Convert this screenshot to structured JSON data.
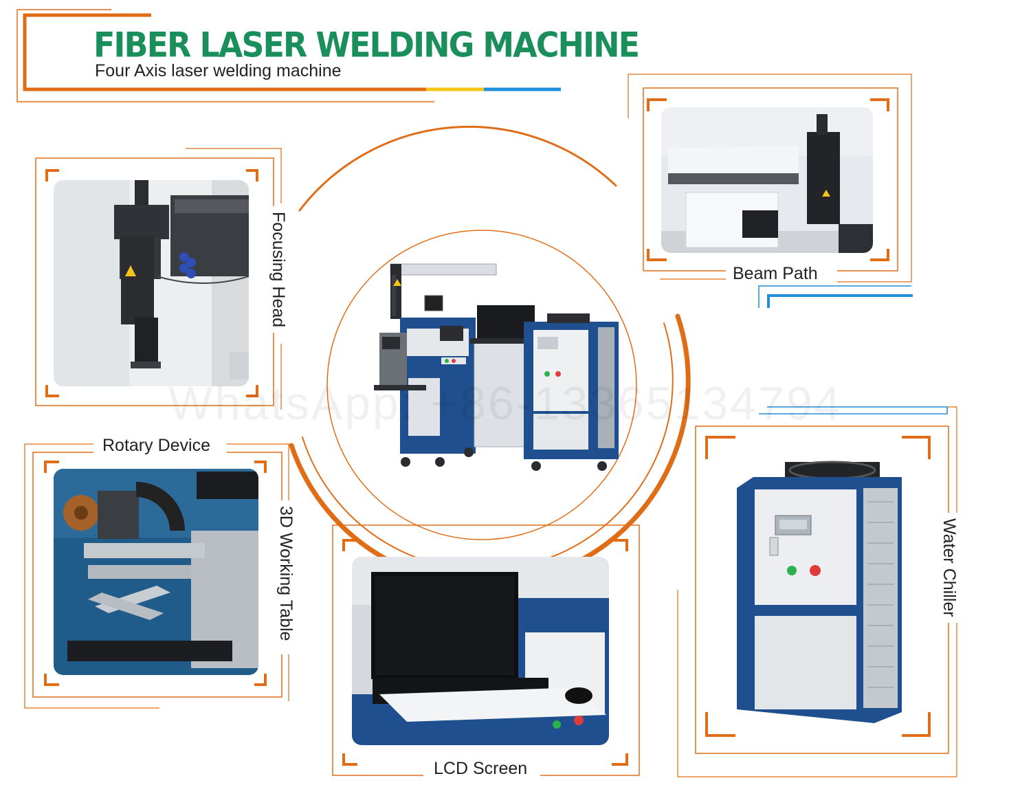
{
  "header": {
    "title": "FIBER LASER WELDING MACHINE",
    "subtitle": "Four Axis laser welding machine"
  },
  "panels": {
    "focusing_head": {
      "label": "Focusing Head"
    },
    "beam_path": {
      "label": "Beam Path"
    },
    "rotary_device": {
      "label": "Rotary Device"
    },
    "working_table": {
      "label": "3D Working Table"
    },
    "lcd_screen": {
      "label": "LCD Screen"
    },
    "water_chiller": {
      "label": "Water Chiller"
    }
  },
  "watermark": {
    "text": "WhatsApp: +86-13365134794"
  },
  "colors": {
    "accent_orange": "#e06d16",
    "title_green": "#1a8f5c",
    "accent_yellow": "#f5c518",
    "accent_blue": "#1e8fd8",
    "machine_blue": "#1f4f8e"
  },
  "icons": {
    "laser_warning": "laser-warning-icon"
  }
}
